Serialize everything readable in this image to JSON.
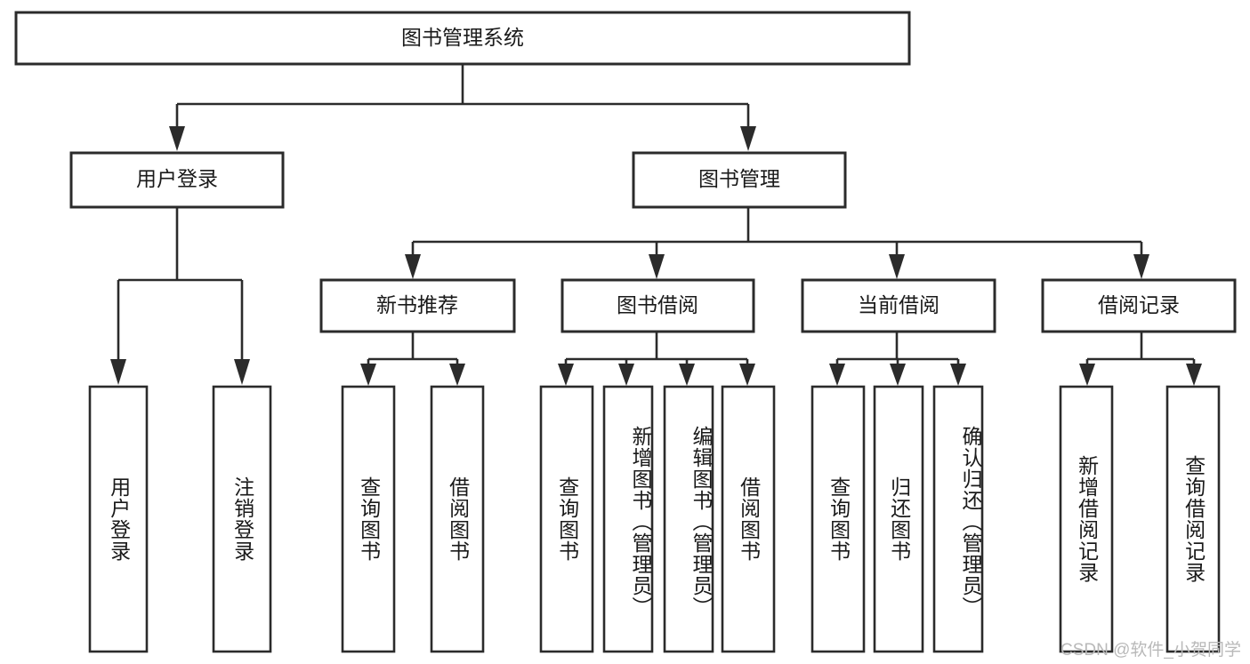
{
  "diagram": {
    "title": "图书管理系统",
    "type": "hierarchy-tree",
    "orientation": "top-down",
    "levels": 4,
    "root": {
      "id": "root",
      "label": "图书管理系统",
      "text_direction": "horizontal"
    },
    "level2": [
      {
        "id": "user-login",
        "label": "用户登录",
        "text_direction": "horizontal"
      },
      {
        "id": "book-management",
        "label": "图书管理",
        "text_direction": "horizontal"
      }
    ],
    "level3": [
      {
        "id": "new-book-recommend",
        "label": "新书推荐",
        "parent": "book-management",
        "text_direction": "horizontal"
      },
      {
        "id": "book-borrow",
        "label": "图书借阅",
        "parent": "book-management",
        "text_direction": "horizontal"
      },
      {
        "id": "current-borrow",
        "label": "当前借阅",
        "parent": "book-management",
        "text_direction": "horizontal"
      },
      {
        "id": "borrow-record",
        "label": "借阅记录",
        "parent": "book-management",
        "text_direction": "horizontal"
      }
    ],
    "leaves": [
      {
        "id": "leaf-user-login",
        "label": "用户登录",
        "parent": "user-login",
        "text_direction": "vertical"
      },
      {
        "id": "leaf-logout-login",
        "label": "注销登录",
        "parent": "user-login",
        "text_direction": "vertical"
      },
      {
        "id": "leaf-query-book-1",
        "label": "查询图书",
        "parent": "new-book-recommend",
        "text_direction": "vertical"
      },
      {
        "id": "leaf-borrow-book-1",
        "label": "借阅图书",
        "parent": "new-book-recommend",
        "text_direction": "vertical"
      },
      {
        "id": "leaf-query-book-2",
        "label": "查询图书",
        "parent": "book-borrow",
        "text_direction": "vertical"
      },
      {
        "id": "leaf-add-book",
        "label": "新增图书（管理员）",
        "parent": "book-borrow",
        "text_direction": "vertical"
      },
      {
        "id": "leaf-edit-book",
        "label": "编辑图书（管理员）",
        "parent": "book-borrow",
        "text_direction": "vertical"
      },
      {
        "id": "leaf-borrow-book-2",
        "label": "借阅图书",
        "parent": "book-borrow",
        "text_direction": "vertical"
      },
      {
        "id": "leaf-query-book-3",
        "label": "查询图书",
        "parent": "current-borrow",
        "text_direction": "vertical"
      },
      {
        "id": "leaf-return-book",
        "label": "归还图书",
        "parent": "current-borrow",
        "text_direction": "vertical"
      },
      {
        "id": "leaf-confirm-return",
        "label": "确认归还（管理员）",
        "parent": "current-borrow",
        "text_direction": "vertical"
      },
      {
        "id": "leaf-add-record",
        "label": "新增借阅记录",
        "parent": "borrow-record",
        "text_direction": "vertical"
      },
      {
        "id": "leaf-query-record",
        "label": "查询借阅记录",
        "parent": "borrow-record",
        "text_direction": "vertical"
      }
    ],
    "colors": {
      "background": "#ffffff",
      "box_fill": "#ffffff",
      "box_stroke": "#2b2b2b",
      "text": "#1a1a1a",
      "connector": "#2b2b2b",
      "watermark": "#b9b9b9"
    }
  },
  "watermark": {
    "text": "CSDN @软件_小贺同学"
  }
}
